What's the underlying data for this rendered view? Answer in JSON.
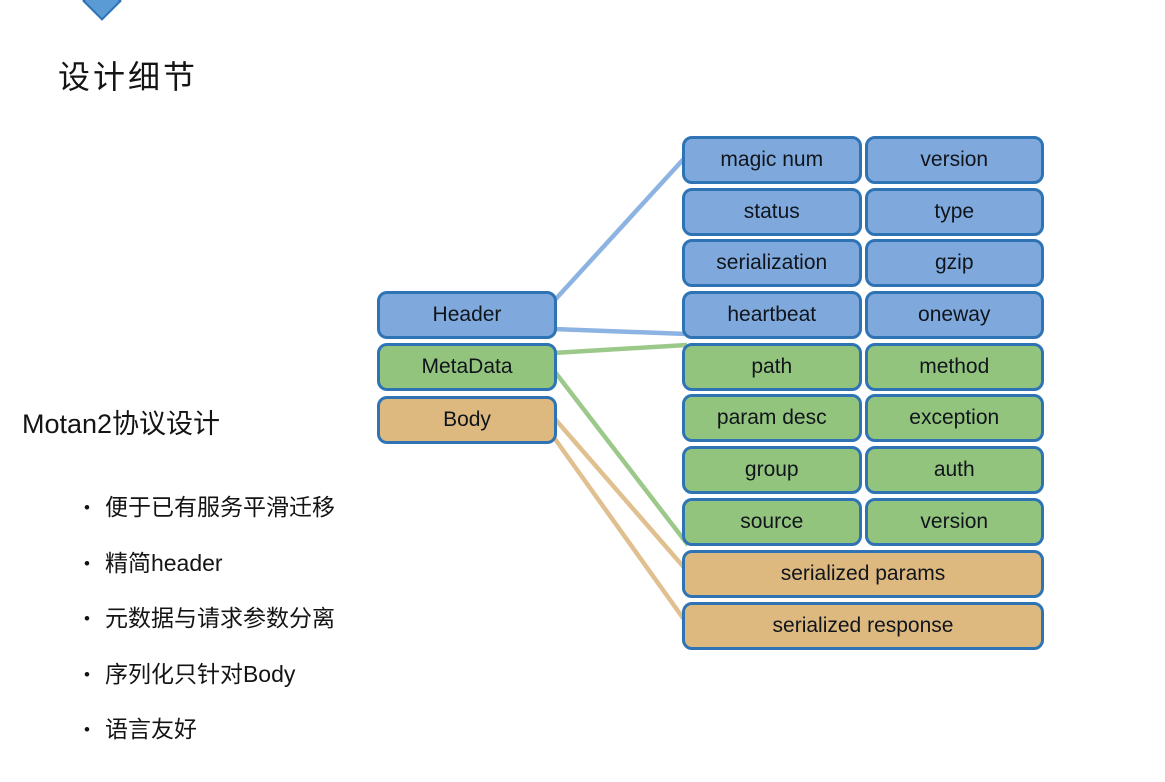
{
  "slide": {
    "title": "设计细节",
    "left_panel": {
      "heading": "Motan2协议设计",
      "bullets": [
        "便于已有服务平滑迁移",
        "精简header",
        "元数据与请求参数分离",
        "序列化只针对Body",
        "语言友好"
      ]
    },
    "diagram": {
      "source_boxes": [
        {
          "label": "Header",
          "color_key": "blue"
        },
        {
          "label": "MetaData",
          "color_key": "green"
        },
        {
          "label": "Body",
          "color_key": "tan"
        }
      ],
      "field_rows": [
        {
          "color_key": "blue",
          "cells": [
            "magic num",
            "version"
          ]
        },
        {
          "color_key": "blue",
          "cells": [
            "status",
            "type"
          ]
        },
        {
          "color_key": "blue",
          "cells": [
            "serialization",
            "gzip"
          ]
        },
        {
          "color_key": "blue",
          "cells": [
            "heartbeat",
            "oneway"
          ]
        },
        {
          "color_key": "green",
          "cells": [
            "path",
            "method"
          ]
        },
        {
          "color_key": "green",
          "cells": [
            "param desc",
            "exception"
          ]
        },
        {
          "color_key": "green",
          "cells": [
            "group",
            "auth"
          ]
        },
        {
          "color_key": "green",
          "cells": [
            "source",
            "version"
          ]
        },
        {
          "color_key": "tan",
          "cells": [
            "serialized params"
          ]
        },
        {
          "color_key": "tan",
          "cells": [
            "serialized response"
          ]
        }
      ],
      "colors": {
        "blue_fill": "#7FA9DC",
        "green_fill": "#93C47D",
        "tan_fill": "#DDB97F",
        "outline": "#2E74B5",
        "blue_line": "#8DB3E2",
        "green_line": "#9CC98A",
        "tan_line": "#E0C08F"
      }
    }
  }
}
